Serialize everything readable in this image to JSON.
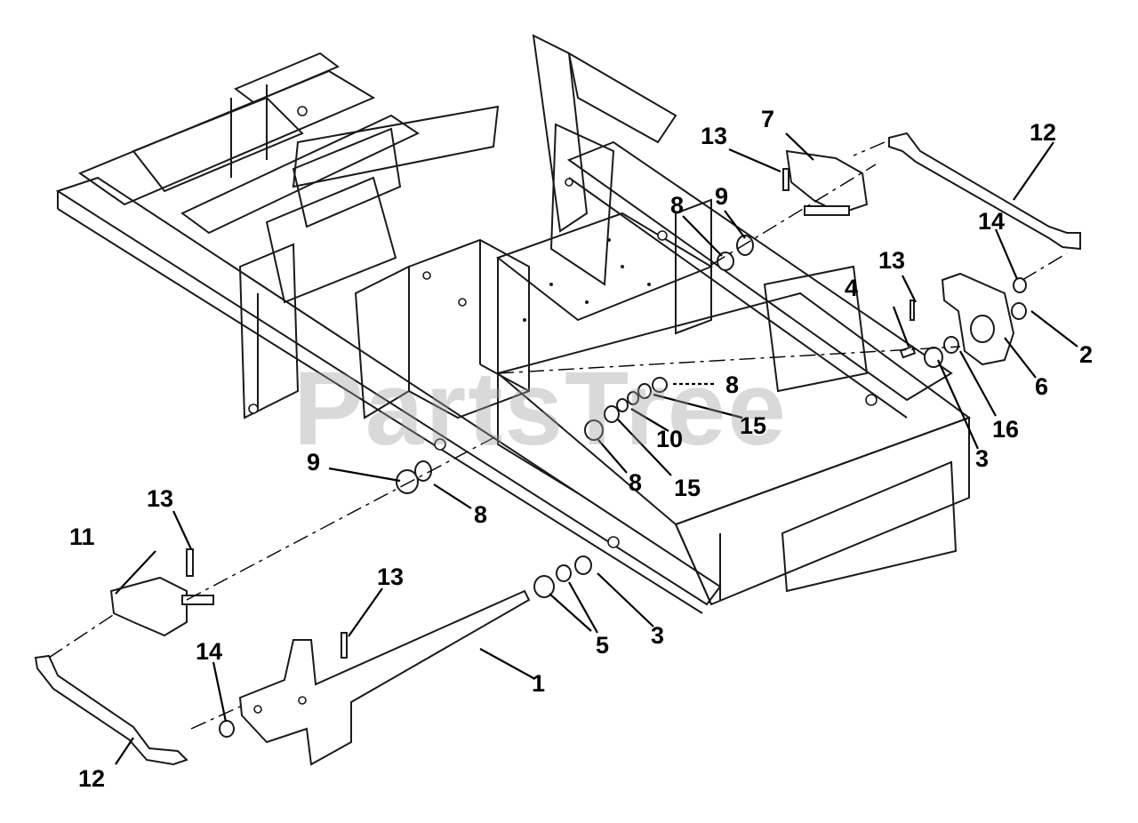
{
  "watermark": "PartsTree",
  "callouts": {
    "c1": "1",
    "c2": "2",
    "c3_right": "3",
    "c3_bottom": "3",
    "c4": "4",
    "c5": "5",
    "c6": "6",
    "c7": "7",
    "c8_top": "8",
    "c8_right": "8",
    "c8_mid": "8",
    "c8_left": "8",
    "c9_top": "9",
    "c9_left": "9",
    "c10": "10",
    "c11": "11",
    "c12_top": "12",
    "c12_bottom": "12",
    "c13_top": "13",
    "c13_right": "13",
    "c13_left": "13",
    "c13_bottom": "13",
    "c14_top": "14",
    "c14_bottom": "14",
    "c15_top": "15",
    "c15_bottom": "15",
    "c16": "16"
  }
}
